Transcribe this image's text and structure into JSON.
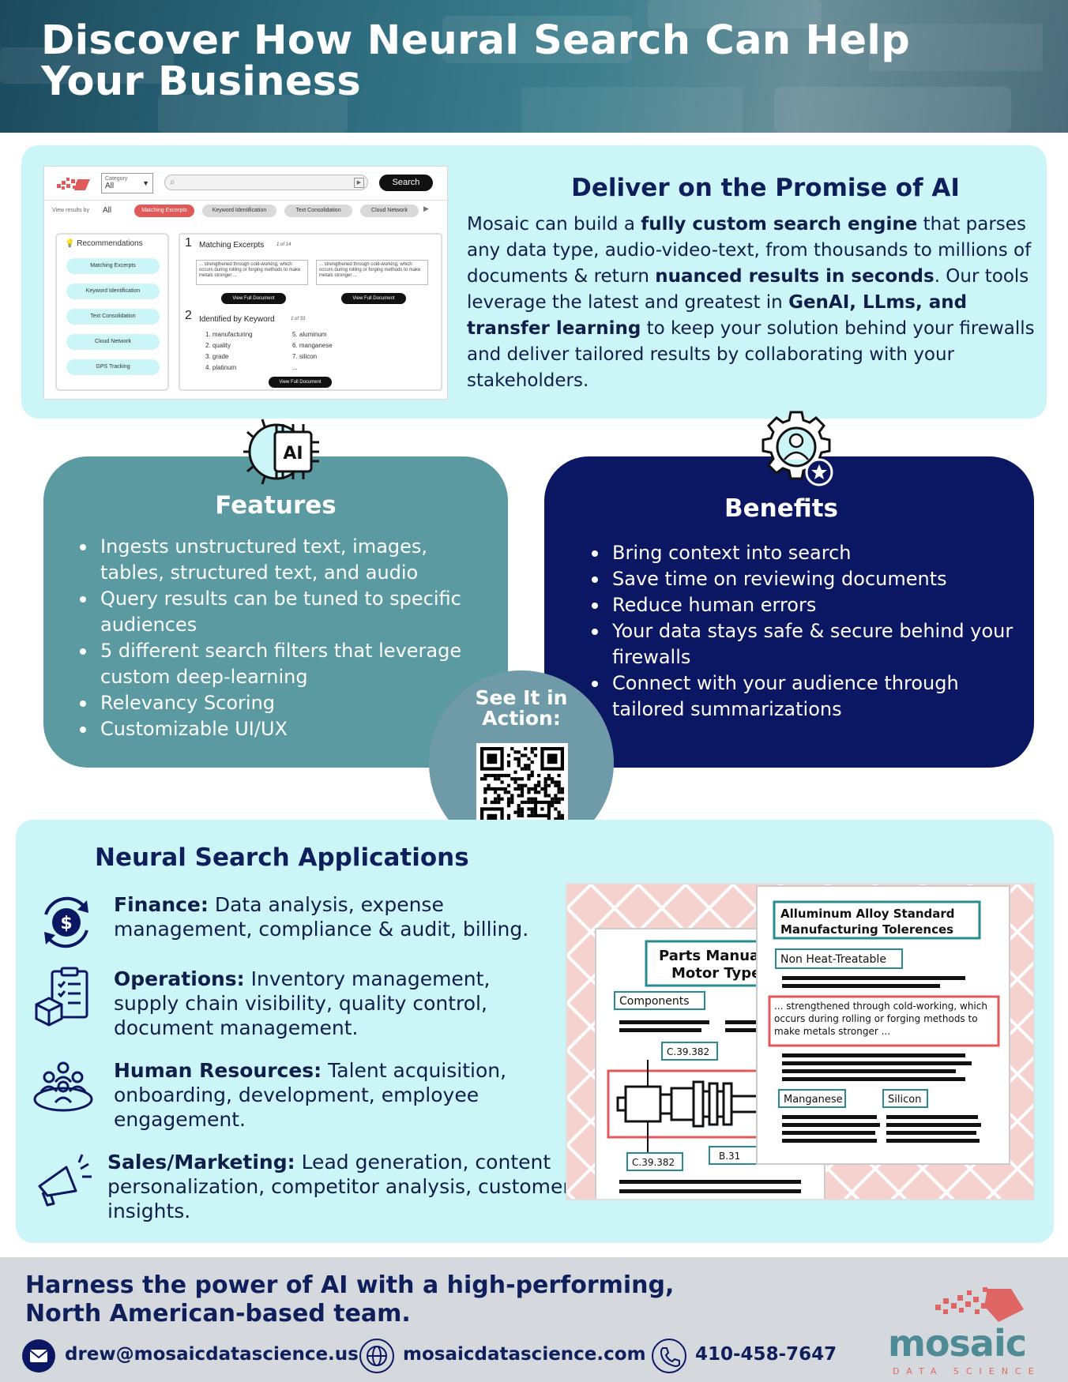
{
  "header": {
    "title": "Discover How Neural Search Can Help Your Business"
  },
  "mockup": {
    "category_label": "Category",
    "category_value": "All",
    "search_button": "Search",
    "view_results_by": "View results by",
    "view_all": "All",
    "chips": [
      "Matching Excerpts",
      "Keyword Identification",
      "Text Consolidation",
      "Cloud Network"
    ],
    "recommendations_title": "Recommendations",
    "recommendations": [
      "Matching Excerpts",
      "Keyword Identification",
      "Text Consolidation",
      "Cloud Network",
      "GPS Tracking"
    ],
    "section1_number": "1",
    "section1_title": "Matching Excerpts",
    "section1_count": "1 of 14",
    "excerpt_text": "... strengthened through cold-working, which occurs during rolling or forging methods to make metals stronger ...",
    "view_full_document": "View Full Document",
    "section2_number": "2",
    "section2_title": "Identified by Keyword",
    "section2_count": "1 of 33",
    "keywords": [
      "1.   manufacturing",
      "2.   quality",
      "3.   grade",
      "4.   platinum",
      "5.   aluminum",
      "6.   manganese",
      "7.   silicon",
      "..."
    ]
  },
  "deliver": {
    "title": "Deliver on the Promise of AI",
    "p1": "Mosaic can build a ",
    "b1": "fully custom search engine",
    "p2": " that parses any data type, audio-video-text, from thousands to millions of documents & return ",
    "b2": "nuanced results in seconds",
    "p3": ". Our tools leverage the latest and greatest in ",
    "b3": "GenAI, LLms, and transfer learning",
    "p4": " to keep your solution behind your firewalls and deliver tailored results by collaborating with your stakeholders."
  },
  "features": {
    "title": "Features",
    "items": [
      "Ingests unstructured text, images, tables, structured text, and audio",
      "Query results can be tuned to specific audiences",
      "5 different search filters that leverage custom deep-learning",
      "Relevancy Scoring",
      "Customizable UI/UX"
    ]
  },
  "benefits": {
    "title": "Benefits",
    "items": [
      "Bring context into search",
      "Save time on reviewing documents",
      "Reduce human errors",
      "Your data stays safe & secure behind your firewalls",
      "Connect with your audience through tailored summarizations"
    ]
  },
  "see_it": {
    "line1": "See It in",
    "line2": "Action:"
  },
  "applications": {
    "title": "Neural Search Applications",
    "items": [
      {
        "label": "Finance:",
        "text": " Data analysis, expense management, compliance & audit, billing.",
        "icon": "dollar-cycle-icon"
      },
      {
        "label": "Operations:",
        "text": " Inventory management, supply chain visibility, quality control, document management.",
        "icon": "clipboard-box-icon"
      },
      {
        "label": "Human Resources:",
        "text": " Talent acquisition, onboarding, development, employee engagement.",
        "icon": "team-icon"
      },
      {
        "label": "Sales/Marketing:",
        "text": " Lead generation, content personalization, competitor analysis, customer insights.",
        "icon": "megaphone-icon"
      }
    ]
  },
  "illustration": {
    "parts_title_1": "Parts Manual",
    "parts_title_2": "Motor Type",
    "components": "Components",
    "code1": "C.39.382",
    "code2": "C.39.382",
    "code3": "B.31",
    "alloy_title_1": "Alluminum Alloy Standard",
    "alloy_title_2": "Manufacturing Tolerences",
    "non_heat": "Non Heat-Treatable",
    "excerpt": "... strengthened through cold-working, which occurs during rolling or forging methods to make metals stronger ...",
    "manganese": "Manganese",
    "silicon": "Silicon"
  },
  "footer": {
    "tagline": "Harness the power of AI with a high-performing, North American-based team.",
    "email": "drew@mosaicdatascience.us",
    "website": "mosaicdatascience.com",
    "phone": "410-458-7647",
    "logo_word": "mosaic",
    "logo_sub": "DATA SCIENCE"
  },
  "colors": {
    "navy": "#0b1762",
    "teal": "#5a9aa0",
    "light_cyan": "#ccf5f8",
    "accent_red": "#e05a5a"
  }
}
